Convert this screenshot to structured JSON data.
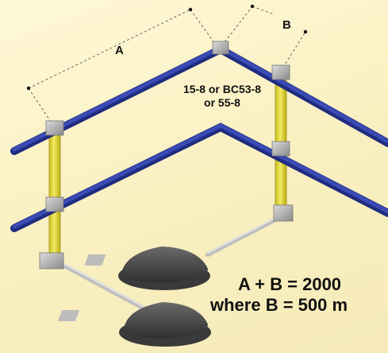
{
  "labels": {
    "a": "A",
    "b": "B",
    "part_numbers_line1": "15-8 or BC53-8",
    "part_numbers_line2": "or 55-8"
  },
  "formula": {
    "line1": "A + B = 2000",
    "line2": "where B = 500 m"
  },
  "colors": {
    "background": "#fbf3c9",
    "rail": "#2b3a9b",
    "post": "#e8dc3a",
    "fitting": "#a9a9a9",
    "base": "#4a4a4a",
    "dimension_line": "#666666"
  }
}
